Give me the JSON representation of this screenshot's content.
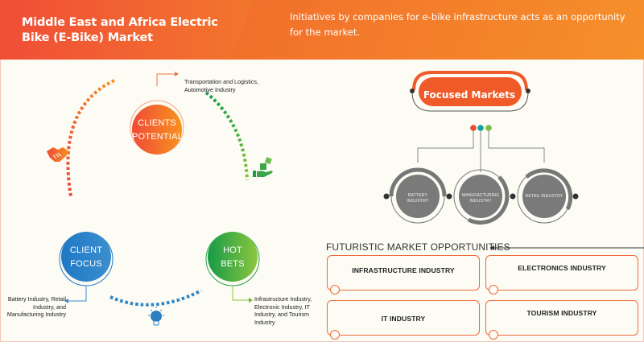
{
  "header": {
    "title": "Middle East and Africa Electric Bike (E-Bike) Market",
    "subtitle": "Initiatives by companies for e-bike infrastructure acts as an opportunity for the market."
  },
  "cycle": {
    "nodes": [
      {
        "id": "clients-potential",
        "label_line1": "CLIENTS",
        "label_line2": "POTENTIAL",
        "color": "#f26b2d",
        "note": "Transportation and Logistics, Automotive Industry"
      },
      {
        "id": "client-focus",
        "label_line1": "CLIENT",
        "label_line2": "FOCUS",
        "color": "#2a7fc1",
        "note": "Battery Industry, Retail Industry, and Manufacturing Industry"
      },
      {
        "id": "hot-bets",
        "label_line1": "HOT",
        "label_line2": "BETS",
        "color": "#4bb043",
        "note": "Infrastructure Industry, Electronic Industry, IT Industry, and Tourism Industry"
      }
    ],
    "icons": [
      "handshake-icon",
      "hand-with-dice-icon",
      "lightbulb-icon"
    ]
  },
  "focused_markets": {
    "title": "Focused Markets",
    "accent": "#f05a28",
    "dot_colors": [
      "#e8473b",
      "#14a19a",
      "#7cbd3c"
    ],
    "segments": [
      {
        "line1": "BATTERY",
        "line2": "INDUSTRY"
      },
      {
        "line1": "MANUFACTURING",
        "line2": "INDUSTRY"
      },
      {
        "line1": "RETAIL INDUSTRY",
        "line2": ""
      }
    ]
  },
  "opportunities": {
    "title": "FUTURISTIC MARKET OPPORTUNITIES",
    "items": [
      "INFRASTRUCTURE INDUSTRY",
      "ELECTRONICS INDUSTRY",
      "IT INDUSTRY",
      "TOURISM INDUSTRY"
    ]
  }
}
